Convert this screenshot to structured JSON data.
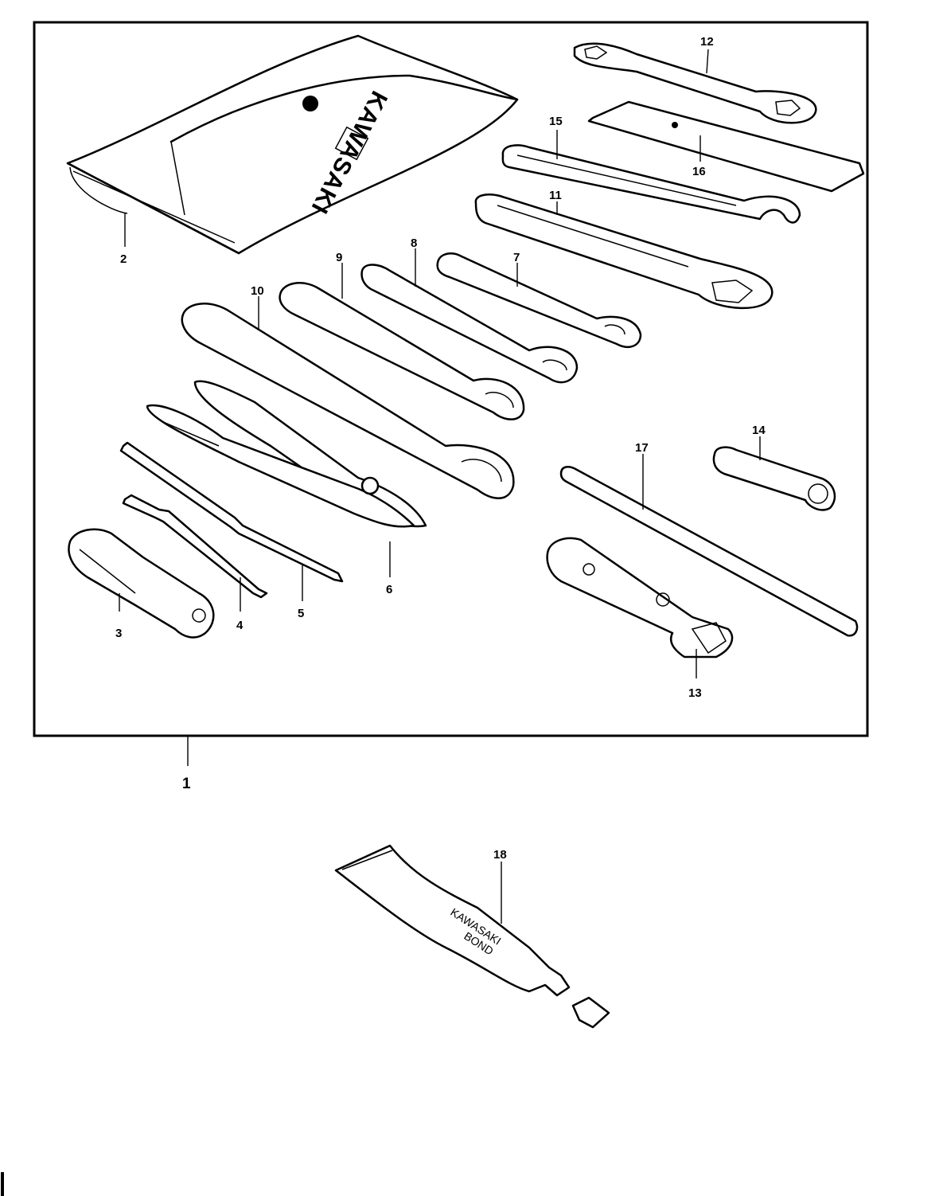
{
  "kit_pouch": {
    "brand": "KAWASAKI"
  },
  "adhesive_tube": {
    "line1": "KAWASAKI",
    "line2": "BOND"
  },
  "callouts": {
    "c1": "1",
    "c2": "2",
    "c3": "3",
    "c4": "4",
    "c5": "5",
    "c6": "6",
    "c7": "7",
    "c8": "8",
    "c9": "9",
    "c10": "10",
    "c11": "11",
    "c12": "12",
    "c13": "13",
    "c14": "14",
    "c15": "15",
    "c16": "16",
    "c17": "17",
    "c18": "18"
  }
}
